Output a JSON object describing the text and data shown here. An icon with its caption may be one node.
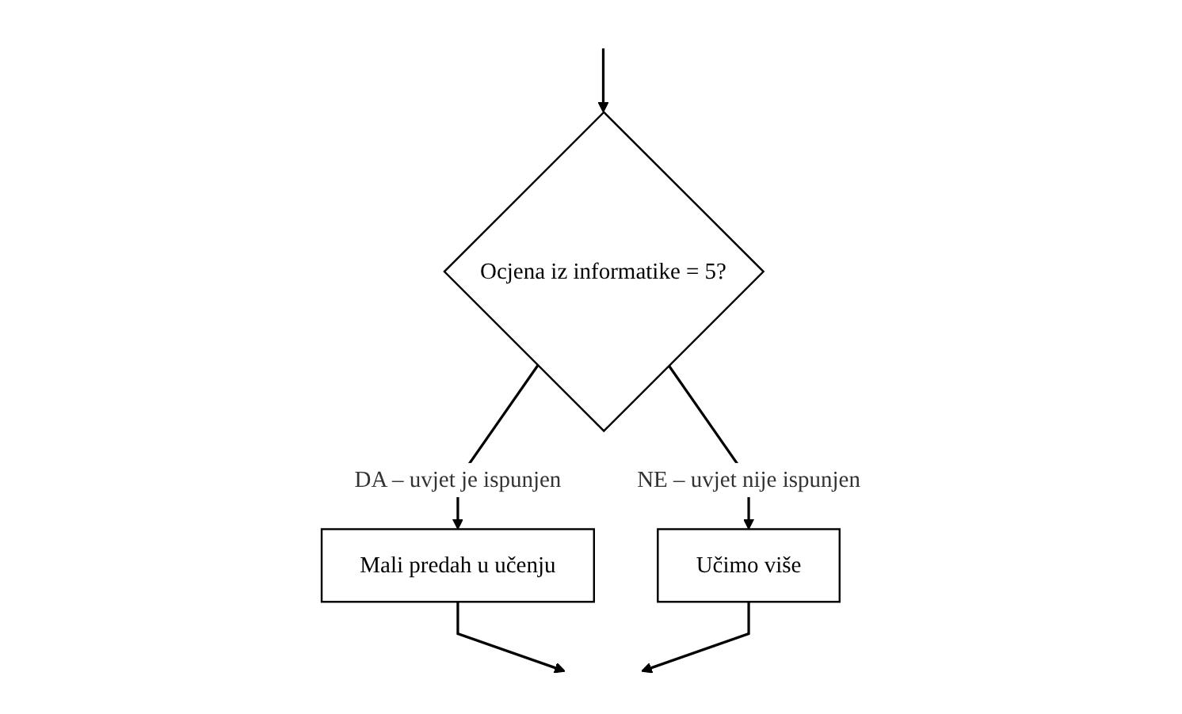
{
  "diagram": {
    "nodes": [
      {
        "text": [
          "Ocjena iz informatike = 5?"
        ]
      },
      {
        "text": [
          "Mali predah u učenju"
        ]
      },
      {
        "text": [
          "Učimo više"
        ]
      }
    ],
    "edges": [
      {
        "from": null,
        "to": 0,
        "arrow": "to"
      },
      {
        "from": 0,
        "to": 1,
        "arrow": "to",
        "label": "DA – uvjet je ispunjen"
      },
      {
        "from": 0,
        "to": 2,
        "arrow": "to",
        "label": "NE – uvjet nije ispunjen"
      },
      {
        "from": 1,
        "to": null,
        "arrow": "to"
      },
      {
        "from": 2,
        "to": null,
        "arrow": "to"
      }
    ]
  }
}
